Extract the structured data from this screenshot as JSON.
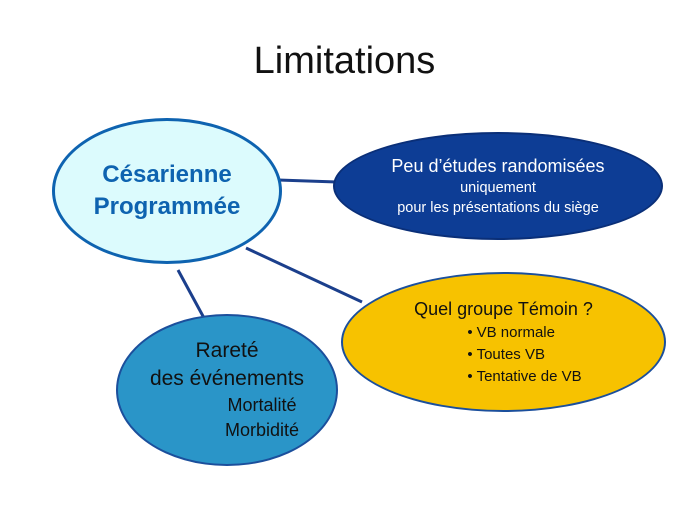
{
  "title": "Limitations",
  "nodes": {
    "main": {
      "line1": "Césarienne",
      "line2": "Programmée"
    },
    "studies": {
      "line1": "Peu d’études randomisées",
      "line2": "uniquement",
      "line3": "pour les présentations du siège"
    },
    "control": {
      "heading": "Quel groupe Témoin ?",
      "bullet": "•",
      "items": [
        "VB normale",
        "Toutes VB",
        "Tentative de VB"
      ]
    },
    "rarity": {
      "line1": "Rareté",
      "line2": "des événements",
      "line3": "Mortalité",
      "line4": "Morbidité"
    }
  },
  "colors": {
    "main_fill": "#dcfbfd",
    "main_text": "#0e63b0",
    "studies_fill": "#0d3d95",
    "control_fill": "#f7c200",
    "rarity_fill": "#2a95c8",
    "connector": "#1b3f8c"
  }
}
